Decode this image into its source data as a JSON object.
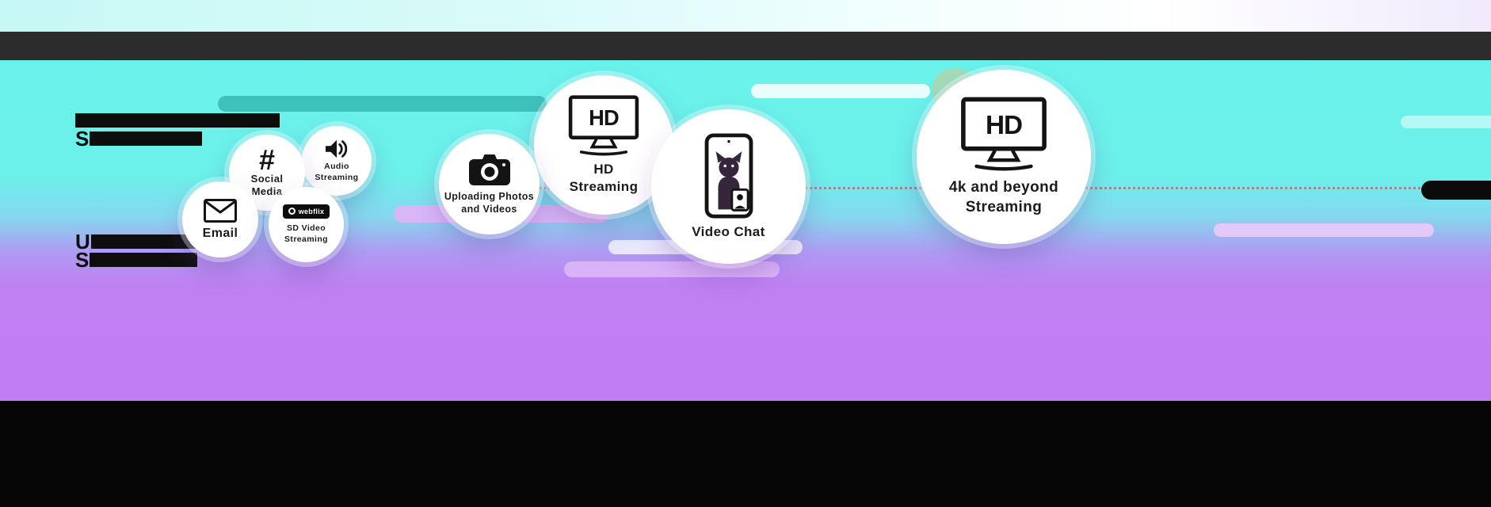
{
  "colors": {
    "background_cyan": "#6df1ea",
    "background_purple": "#c07df2",
    "header_bar": "#2c2c2c",
    "footer_bar": "#050505",
    "teal_pill": "#3fc2bc",
    "lavender_pill": "#d9b7f7"
  },
  "icons": {
    "email": "envelope-icon",
    "social_media": "hashtag-icon",
    "audio_streaming": "speaker-icon",
    "sd_video_streaming": "webflix-logo",
    "uploading": "camera-icon",
    "hd_streaming": "hd-tv-icon",
    "video_chat": "phone-video-chat-icon",
    "4k_streaming": "hd-tv-icon"
  },
  "redacted": {
    "block_a": {
      "line2_prefix": "S"
    },
    "block_b": {
      "line1_prefix": "U",
      "line2_prefix": "S"
    }
  },
  "bubbles": [
    {
      "name": "email",
      "label": "Email"
    },
    {
      "name": "social-media",
      "label": "Social\nMedia",
      "icon_text": "#"
    },
    {
      "name": "audio-streaming",
      "label": "Audio\nStreaming"
    },
    {
      "name": "sd-video-streaming",
      "label": "SD Video\nStreaming",
      "logo_text": "webflix"
    },
    {
      "name": "uploading-photos-and-videos",
      "label": "Uploading Photos\nand Videos"
    },
    {
      "name": "hd-streaming",
      "label": "HD\nStreaming",
      "tv_text": "HD"
    },
    {
      "name": "video-chat",
      "label": "Video Chat"
    },
    {
      "name": "4k-and-beyond-streaming",
      "label": "4k and beyond\nStreaming",
      "tv_text": "HD"
    }
  ]
}
